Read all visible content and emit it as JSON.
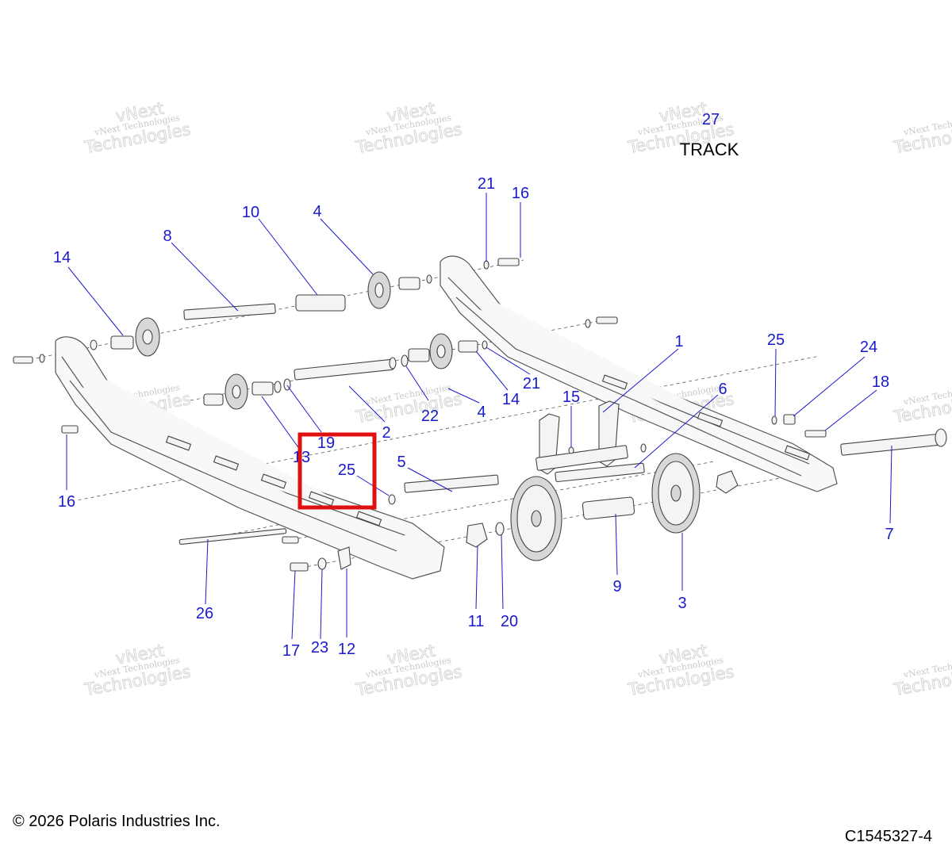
{
  "track_label": "TRACK",
  "track_number": "27",
  "watermark_line1": "vNext Technologies",
  "watermark_line2": "Technologies",
  "watermark_line3": "vNext",
  "copyright": "© 2026 Polaris Industries Inc.",
  "diagram_code": "C1545327-4",
  "callouts": [
    "1",
    "2",
    "3",
    "4",
    "4",
    "5",
    "6",
    "7",
    "8",
    "9",
    "10",
    "11",
    "12",
    "13",
    "14",
    "14",
    "15",
    "16",
    "16",
    "17",
    "18",
    "19",
    "20",
    "21",
    "21",
    "22",
    "23",
    "24",
    "25",
    "25",
    "26"
  ],
  "highlighted_callout": "25",
  "colors": {
    "callout": "#1a1acc",
    "highlight": "#e01010"
  }
}
